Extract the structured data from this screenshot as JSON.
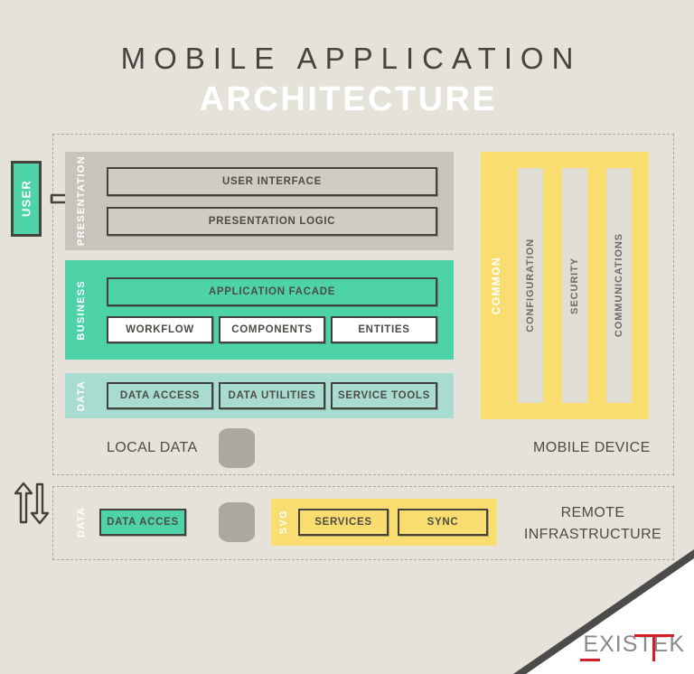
{
  "title": {
    "line1": "MOBILE APPLICATION",
    "line2": "ARCHITECTURE"
  },
  "colors": {
    "background": "#e4e2d9",
    "teal": "#4ed3a8",
    "teal_light": "#a9dcd1",
    "gray_layer": "#c7c5bb",
    "yellow": "#f9dd70",
    "ink": "#44423d",
    "text": "#4d4b46",
    "logo_red": "#cf2026"
  },
  "user": {
    "label": "USER",
    "arrow_icon": "arrow-right-icon"
  },
  "sync": {
    "icon": "arrows-up-down-icon"
  },
  "mobile_device": {
    "caption": "MOBILE DEVICE",
    "local_data_caption": "LOCAL DATA",
    "db_icon": "database-cylinder-icon",
    "layers": [
      {
        "name": "PRESENTATION",
        "boxes": [
          "USER INTERFACE",
          "PRESENTATION LOGIC"
        ]
      },
      {
        "name": "BUSINESS",
        "facade": "APPLICATION FACADE",
        "boxes": [
          "WORKFLOW",
          "COMPONENTS",
          "ENTITIES"
        ]
      },
      {
        "name": "DATA",
        "boxes": [
          "DATA ACCESS",
          "DATA UTILITIES",
          "SERVICE TOOLS"
        ]
      }
    ],
    "common": {
      "label": "COMMON",
      "bars": [
        "CONFIGURATION",
        "SECURITY",
        "COMMUNICATIONS"
      ]
    }
  },
  "remote": {
    "caption_line1": "REMOTE",
    "caption_line2": "INFRASTRUCTURE",
    "data_label": "DATA",
    "data_access": "DATA ACCES",
    "db_icon": "database-cylinder-icon",
    "svg_label": "SVG",
    "svg_boxes": [
      "SERVICES",
      "SYNC"
    ]
  },
  "logo": {
    "prefix": "EXIS",
    "suffix": "TEK",
    "full": "EXISTEK"
  }
}
